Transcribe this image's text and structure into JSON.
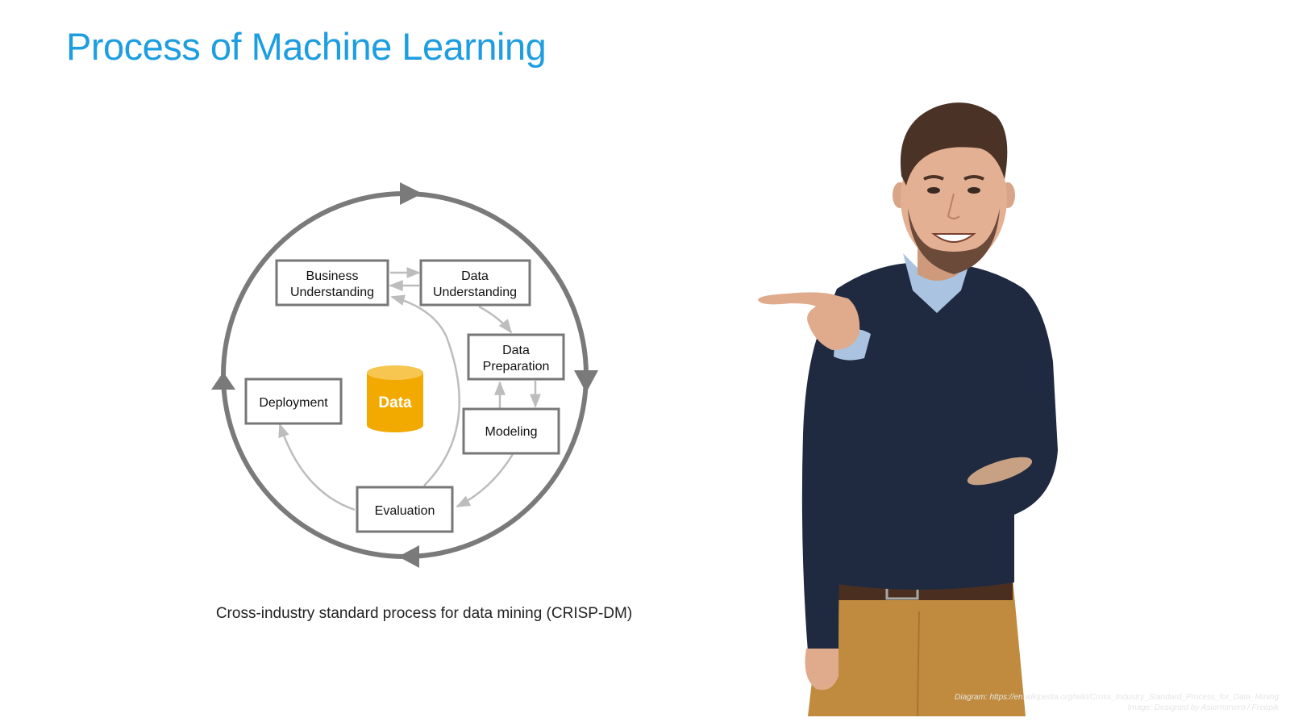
{
  "slide": {
    "title": "Process of Machine Learning",
    "caption": "Cross-industry standard process for data mining (CRISP-DM)"
  },
  "diagram": {
    "nodes": {
      "business_line1": "Business",
      "business_line2": "Understanding",
      "data_u_line1": "Data",
      "data_u_line2": "Understanding",
      "prep_line1": "Data",
      "prep_line2": "Preparation",
      "modeling": "Modeling",
      "evaluation": "Evaluation",
      "deployment": "Deployment",
      "data_store": "Data"
    },
    "colors": {
      "cycle": "#7a7a7a",
      "box_border": "#777777",
      "inner_arrow": "#bdbdbd",
      "data_store": "#f2a900",
      "data_store_top": "#f7c650"
    }
  },
  "credits": {
    "line1": "Diagram: https://en.wikipedia.org/wiki/Cross_Industry_Standard_Process_for_Data_Mining",
    "line2": "Image: Designed by Asierromero / Freepik"
  },
  "colors": {
    "title": "#1e9ee0",
    "caption": "#222222"
  }
}
